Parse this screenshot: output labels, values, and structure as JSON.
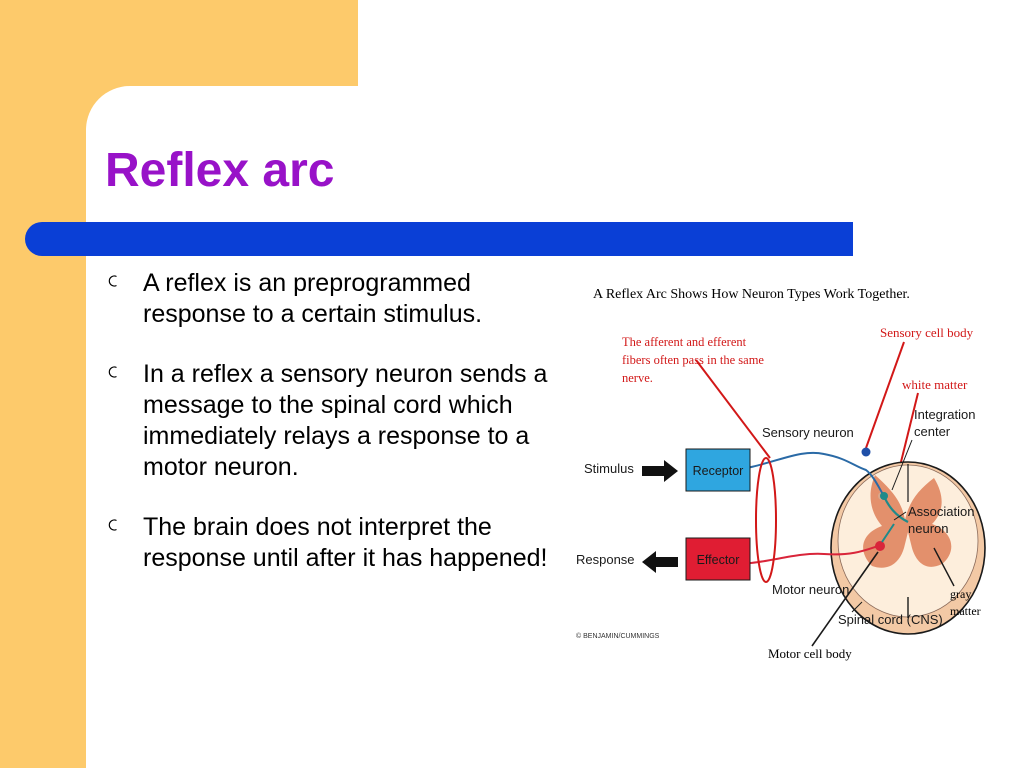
{
  "colors": {
    "accent_bg": "#fdca6b",
    "title": "#9812c8",
    "bar": "#0a3fd6",
    "receptor": "#2fa6e0",
    "effector": "#e01d33",
    "annotation": "#d21818",
    "spinal_outer": "#f3c9a5",
    "spinal_inner": "#fdeedc",
    "gray_matter": "#e3906c",
    "sensory_fiber": "#2a6aa6",
    "motor_fiber": "#d9253a"
  },
  "slide": {
    "title": "Reflex arc",
    "bullets": [
      "A reflex is an preprogrammed response to a certain stimulus.",
      "In a reflex a sensory neuron sends a message to the spinal cord which immediately relays a response to a motor neuron.",
      "The brain does not interpret the response until after it has happened!"
    ],
    "bullet_icon": "circle-arc-bullet-icon"
  },
  "diagram": {
    "title": "A Reflex Arc Shows How Neuron Types Work Together.",
    "note_lines": [
      "The afferent and efferent",
      "fibers often pass in the same",
      "nerve."
    ],
    "sensory_cell_body": "Sensory cell body",
    "white_matter": "white matter",
    "integration_center_lines": [
      "Integration",
      "center"
    ],
    "sensory_neuron": "Sensory neuron",
    "stimulus": "Stimulus",
    "receptor": "Receptor",
    "association_neuron_lines": [
      "Association",
      "neuron"
    ],
    "response": "Response",
    "effector": "Effector",
    "motor_neuron": "Motor neuron",
    "gray_matter_lines": [
      "gray",
      "matter"
    ],
    "spinal_cord": "Spinal cord (CNS)",
    "copyright": "© BENJAMIN/CUMMINGS",
    "motor_cell_body": "Motor cell body"
  }
}
